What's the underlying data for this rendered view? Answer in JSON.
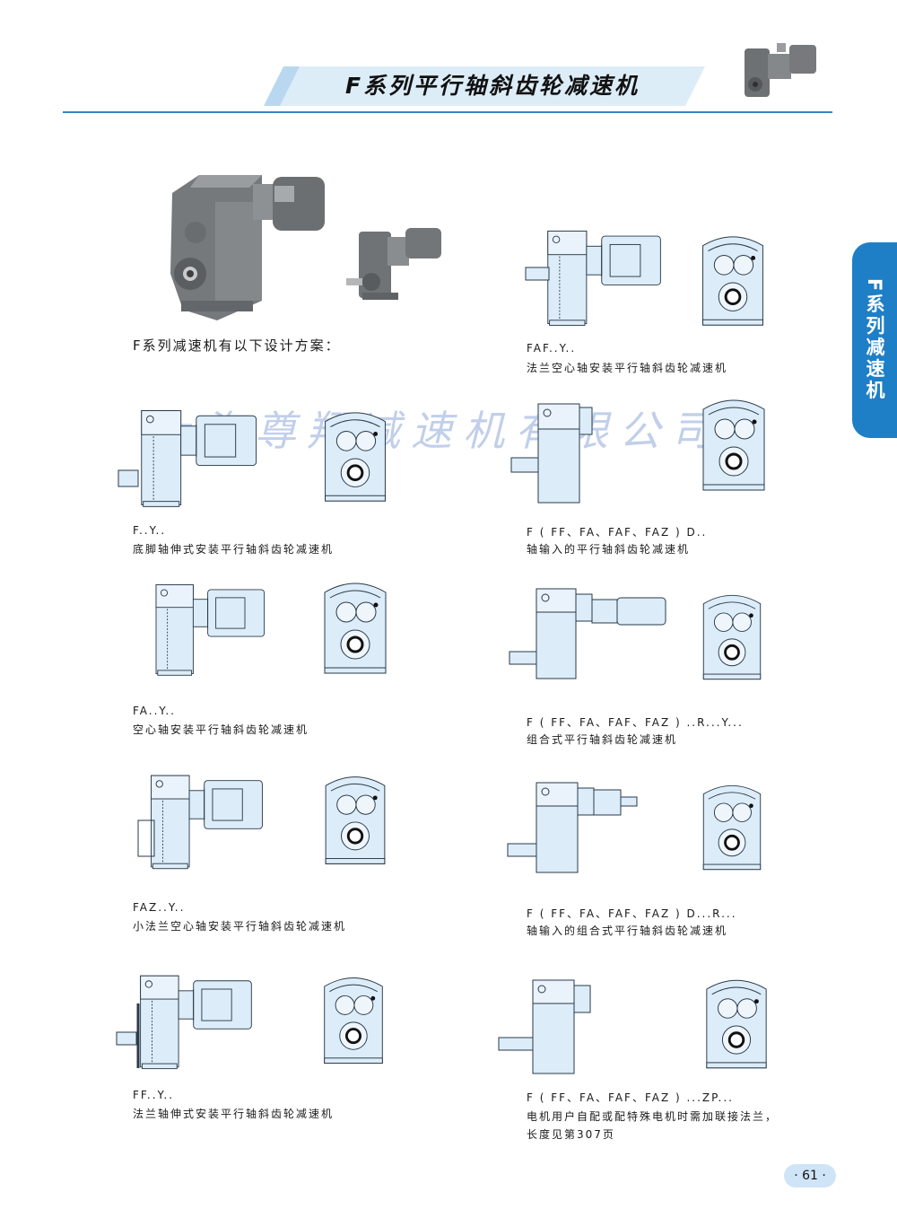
{
  "header": {
    "title": "F系列平行轴斜齿轮减速机",
    "side_tab": "F系列减速机",
    "accent_color": "#1e7fc7"
  },
  "watermark": "上海尊翔减速机有限公司",
  "intro": "F系列减速机有以下设计方案：",
  "variants": [
    {
      "code": "FAF..Y..",
      "desc": "法兰空心轴安装平行轴斜齿轮减速机"
    },
    {
      "code": "F..Y..",
      "desc": "底脚轴伸式安装平行轴斜齿轮减速机"
    },
    {
      "code": "F ( FF、FA、FAF、FAZ ) D..",
      "desc": "轴输入的平行轴斜齿轮减速机"
    },
    {
      "code": "FA..Y..",
      "desc": "空心轴安装平行轴斜齿轮减速机"
    },
    {
      "code": "F ( FF、FA、FAF、FAZ ) ..R...Y...",
      "desc": "组合式平行轴斜齿轮减速机"
    },
    {
      "code": "FAZ..Y..",
      "desc": "小法兰空心轴安装平行轴斜齿轮减速机"
    },
    {
      "code": "F ( FF、FA、FAF、FAZ ) D...R...",
      "desc": "轴输入的组合式平行轴斜齿轮减速机"
    },
    {
      "code": "FF..Y..",
      "desc": "法兰轴伸式安装平行轴斜齿轮减速机"
    },
    {
      "code": "F ( FF、FA、FAF、FAZ ) ...ZP...",
      "desc": "电机用户自配或配特殊电机时需加联接法兰，",
      "desc2": "长度见第307页"
    }
  ],
  "page_number": "· 61 ·",
  "colors": {
    "diagram_fill": "#dcecf8",
    "diagram_stroke": "#2a3a4a",
    "photo_grey": "#7d7f82"
  }
}
